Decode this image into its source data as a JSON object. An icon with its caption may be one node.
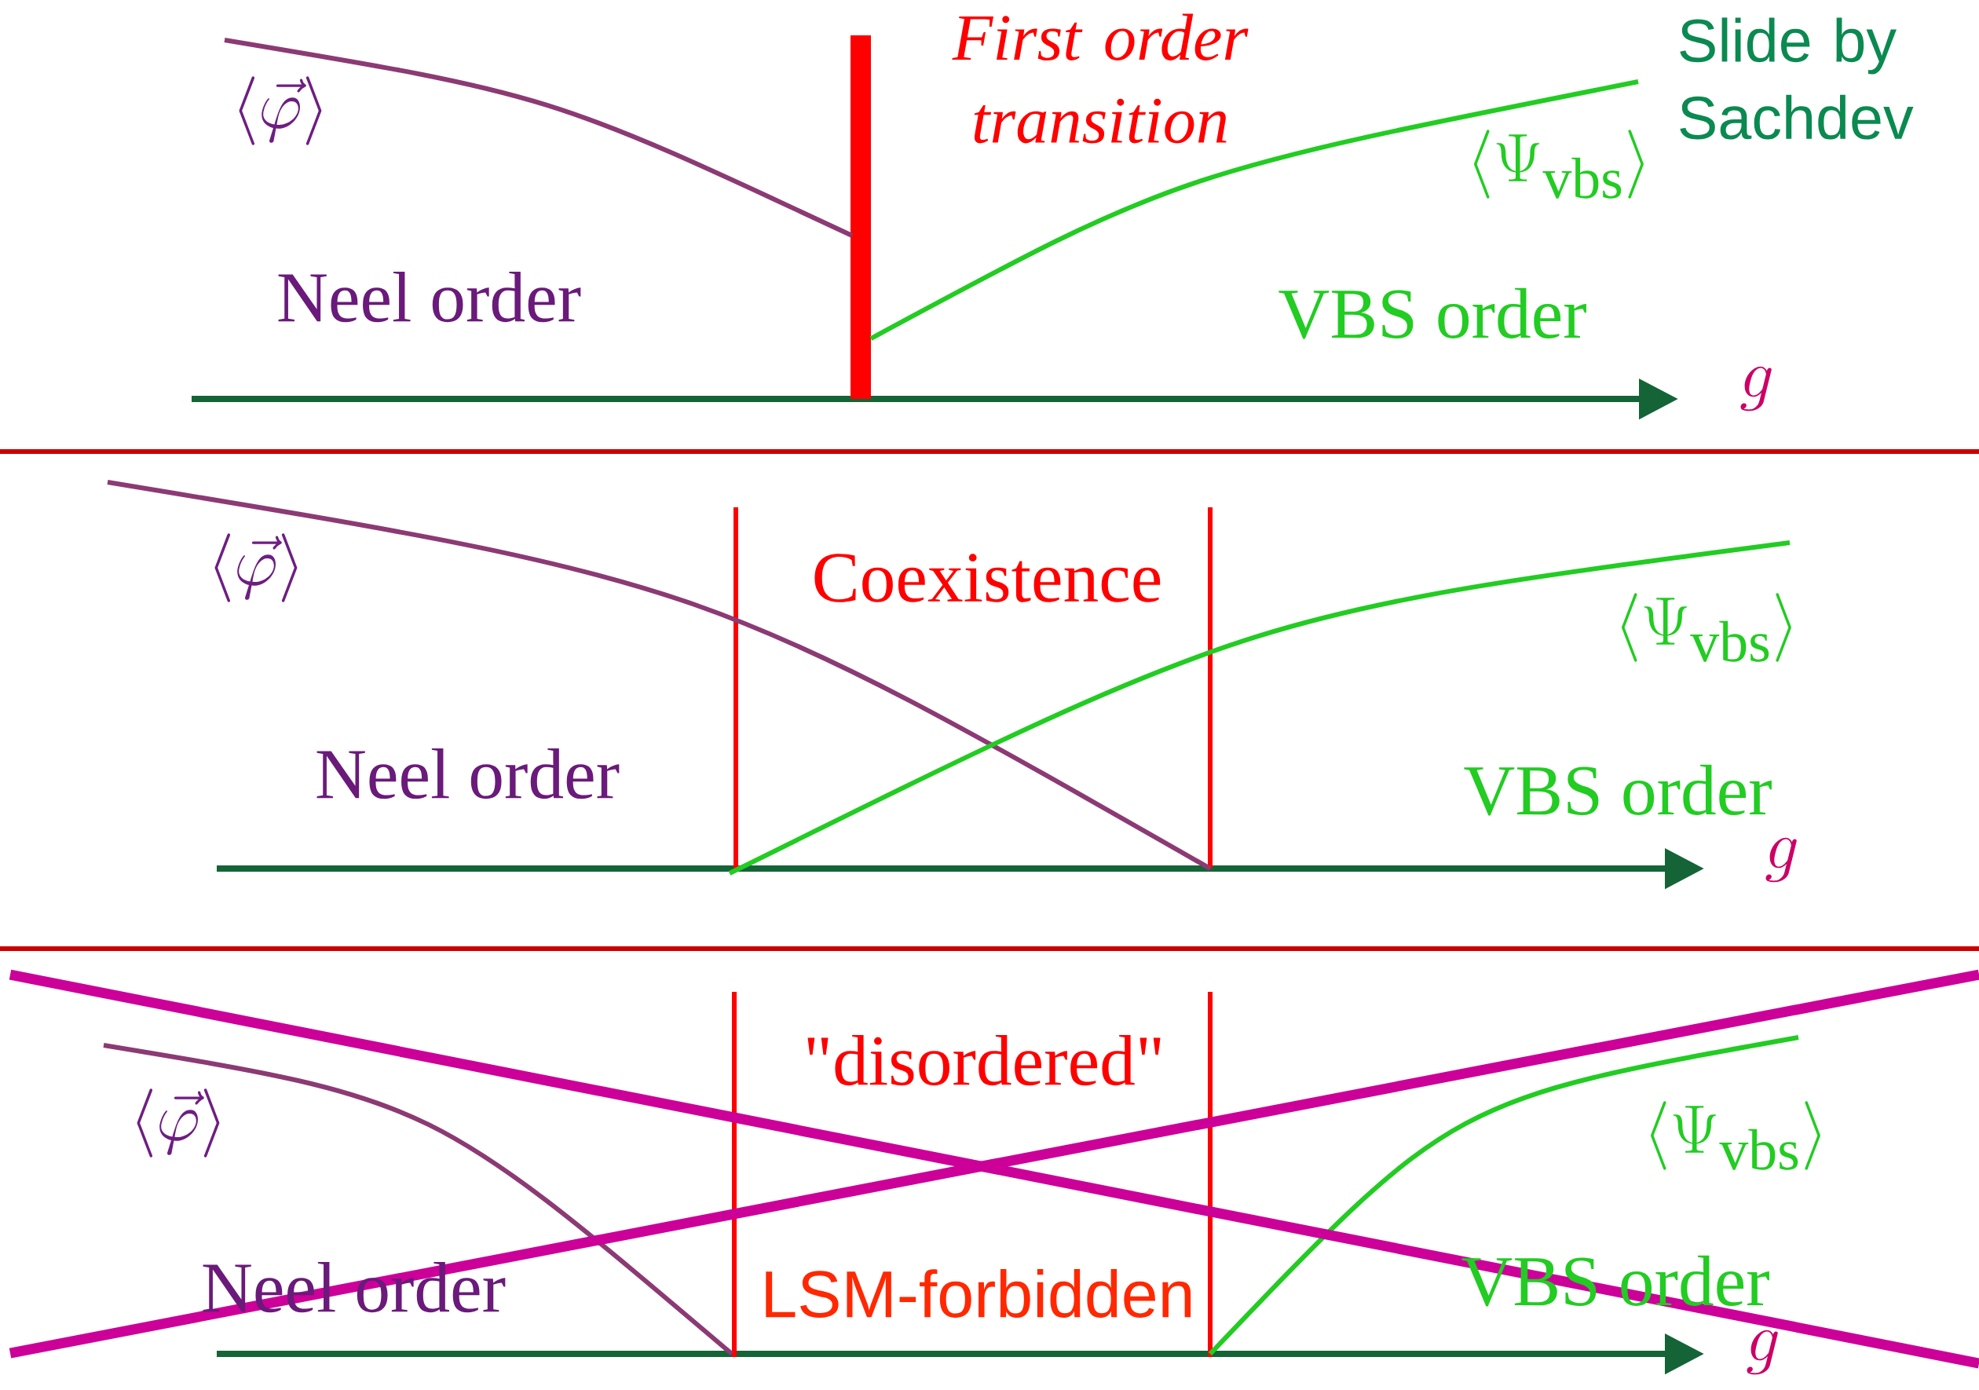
{
  "diagram": {
    "labels": [
      "First order transition",
      "Slide by Sachdev",
      "\\langle\\vec{\\varphi}\\rangle",
      "\\langle\\Psi_{\\mathrm{vbs}}\\rangle",
      "Neel order",
      "VBS order",
      "g",
      "\\langle\\vec{\\varphi}\\rangle",
      "Coexistence",
      "\\langle\\Psi_{\\mathrm{vbs}}\\rangle",
      "Neel order",
      "VBS order",
      "g",
      "\"disordered\"",
      "\\langle\\vec{\\varphi}\\rangle",
      "\\langle\\Psi_{\\mathrm{vbs}}\\rangle",
      "Neel order",
      "LSM-forbidden",
      "VBS order",
      "g"
    ]
  }
}
